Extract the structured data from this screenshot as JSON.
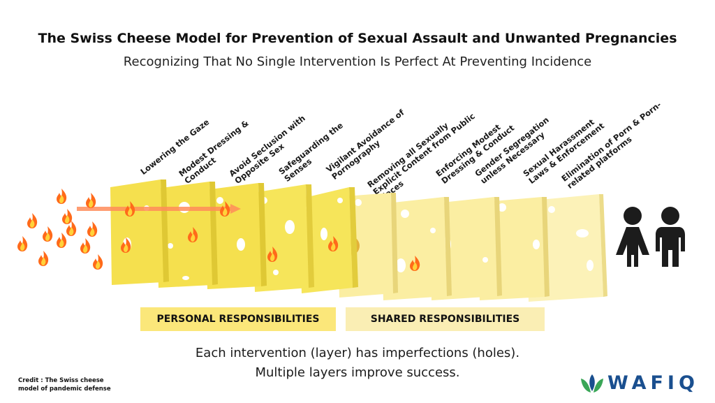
{
  "title": "The Swiss Cheese Model  for Prevention of Sexual Assault and Unwanted Pregnancies",
  "subtitle": "Recognizing That No Single Intervention Is Perfect At Preventing Incidence",
  "layers": [
    {
      "label": "Lowering the Gaze"
    },
    {
      "label": "Modest Dressing &\nConduct"
    },
    {
      "label": "Avoid Seclusion with\nOpposite Sex"
    },
    {
      "label": "Safeguarding the\nSenses"
    },
    {
      "label": "Vigilant Avoidance of\nPornography"
    },
    {
      "label": "Removing all Sexually\nExplicit Content from Public\nplaces"
    },
    {
      "label": "Enforcing Modest\nDressing & Conduct"
    },
    {
      "label": "Gender Segregation\nunless Necessary"
    },
    {
      "label": "Sexual Harassment\nLaws & Enforcement"
    },
    {
      "label": "Elimination of Porn & Porn-\nrelated platforms"
    }
  ],
  "bands": {
    "personal": "PERSONAL RESPONSIBILITIES",
    "shared": "SHARED RESPONSIBILITIES"
  },
  "caption": {
    "line1": "Each intervention (layer) has imperfections (holes).",
    "line2": "Multiple layers improve success."
  },
  "credit": "Credit : The Swiss cheese model of pandemic defense",
  "logo": {
    "text": "WAFIQ"
  },
  "colors": {
    "cheese_personal": "#f5e04e",
    "cheese_shared": "#fbeea2",
    "fire": "#ff7a1f",
    "arrow": "#ff8c5a",
    "people": "#1c1c1c",
    "logo_blue": "#1a4f8f",
    "logo_green": "#3aa657"
  },
  "icons": [
    "fire-icon",
    "woman-icon",
    "man-icon",
    "leaf-logo-icon"
  ]
}
